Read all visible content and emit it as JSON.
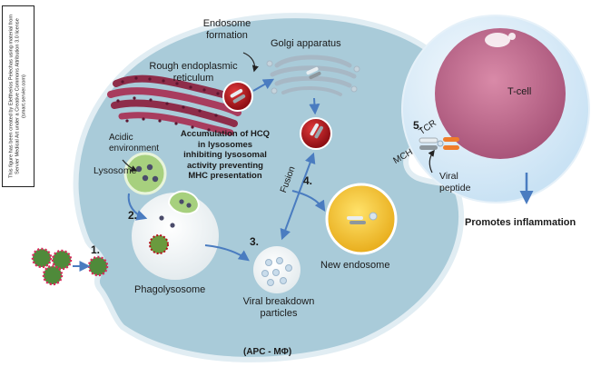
{
  "credit": "This figure has been created by Eleftherios Pelechas using material from Servier Medical Art under a Creative Commons Attribution 3.0 license (smart.servier.com)",
  "labels": {
    "endosome_formation": "Endosome formation",
    "rough_er": "Rough endoplasmic reticulum",
    "golgi": "Golgi apparatus",
    "acidic_environment": "Acidic environment",
    "lysosome": "Lysosome",
    "hcq_note": "Accumulation of HCQ in lysosomes inhibiting lysosomal activity preventing MHC presentation",
    "phagolysosome": "Phagolysosome",
    "viral_breakdown": "Viral breakdown particles",
    "fusion": "Fusion",
    "new_endosome": "New endosome",
    "cell_label": "(APC - MΦ)",
    "t_cell": "T-cell",
    "tcr": "TCR",
    "mch": "MCH",
    "viral_peptide": "Viral peptide",
    "promotes_inflammation": "Promotes inflammation"
  },
  "steps": {
    "s1": "1.",
    "s2": "2.",
    "s3": "3.",
    "s4": "4.",
    "s5": "5."
  },
  "colors": {
    "cell_fill": "#a9cbd9",
    "cell_stroke": "#d9e8ef",
    "arrow": "#4a7cc0",
    "tcell_body": "#c06a8c",
    "lysosome": "#a7d07e",
    "endosome": "#f4c534",
    "vesicle_red": "#b5121b"
  }
}
